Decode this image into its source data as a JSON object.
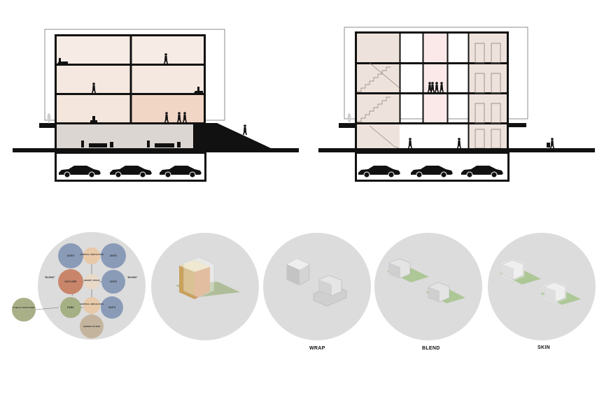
{
  "bubble_diagram": {
    "nodes": {
      "units_top_left": "UNITS",
      "units_top_right": "UNITS",
      "units_mid_right": "UNITS",
      "units_low_right": "UNITS",
      "vertical_circulation_top": "VERTICAL CIRCULATION",
      "vertical_circulation_low": "VERTICAL CIRCULATION",
      "amenity_space": "AMENITY SPACE",
      "daycare": "DAYCARE",
      "park": "PARK",
      "public_courtyard": "PUBLIC COURTYARD",
      "sewing_studio": "SEWING STUDIO"
    },
    "annotations": {
      "blend_left": "\"BLEND\"",
      "blend_right": "\"BLEND\""
    }
  },
  "captions": {
    "wrap": "WRAP",
    "blend": "BLEND",
    "skin": "SKIN"
  },
  "colors": {
    "units": "#8a9bb8",
    "circulation": "#e8c9a8",
    "amenity": "#e9dac8",
    "daycare": "#c9856a",
    "park": "#a6b085",
    "courtyard": "#a9b088",
    "studio": "#c4b49e",
    "disk": "#dcdcdc"
  }
}
